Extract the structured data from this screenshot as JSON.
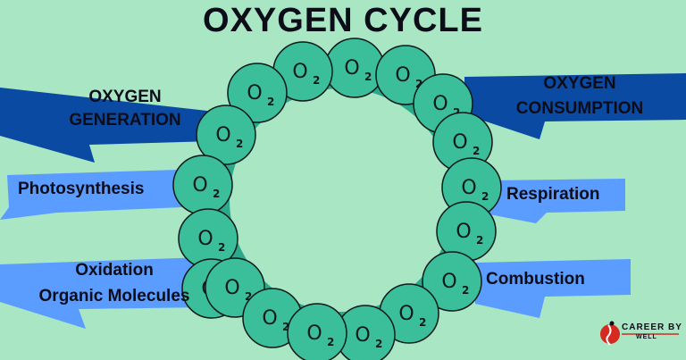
{
  "title": "OXYGEN CYCLE",
  "generation": {
    "line1": "OXYGEN",
    "line2": "GENERATION"
  },
  "consumption": {
    "line1": "OXYGEN",
    "line2": "CONSUMPTION"
  },
  "sources": [
    "Photosynthesis",
    "Oxidation",
    "Organic Molecules"
  ],
  "sinks": [
    "Respiration",
    "Combustion"
  ],
  "molecule_label": {
    "symbol": "O",
    "subscript": "2"
  },
  "molecule_count": 18,
  "logo": {
    "line1": "CAREER BY",
    "line2": "WELL"
  },
  "colors": {
    "background": "#a8e6c4",
    "dark_banner": "#0b4aa2",
    "light_banner": "#5a9cff",
    "ring_band": "#2ca88a",
    "circle_fill": "#3bbf9a",
    "circle_stroke": "#0d1a1a",
    "inner_background": "#a8e6c4",
    "logo_red": "#d42a1f"
  }
}
